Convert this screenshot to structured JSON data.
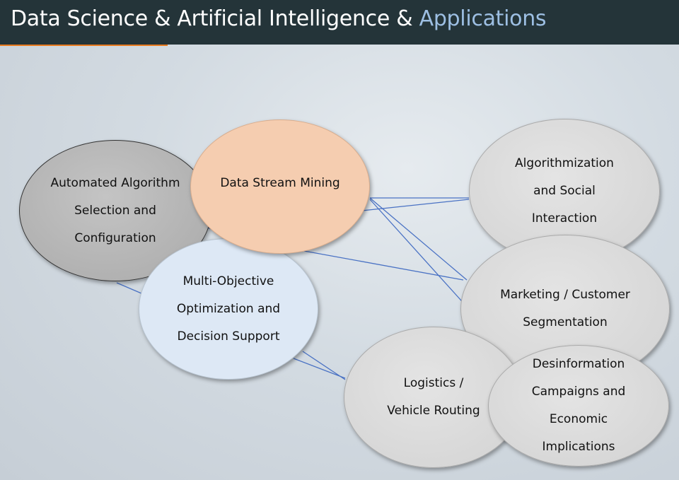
{
  "header": {
    "title_main": "Data Science & Artificial Intelligence & ",
    "title_accent": "Applications"
  },
  "nodes": {
    "automated": "Automated Algorithm Selection and Configuration",
    "stream": "Data Stream Mining",
    "multi": "Multi-Objective Optimization and Decision Support",
    "algorithmization": "Algorithmization and Social Interaction",
    "marketing": "Marketing / Customer Segmentation",
    "logistics": "Logistics / Vehicle Routing",
    "desinformation": "Desinformation Campaigns and Economic Implications"
  },
  "colors": {
    "header": "#243439",
    "accent": "#9dbfe3",
    "stream": "#f5cdb0",
    "multi": "#dde8f5",
    "automated": "#b5b5b5",
    "line": "#4a72c4"
  }
}
